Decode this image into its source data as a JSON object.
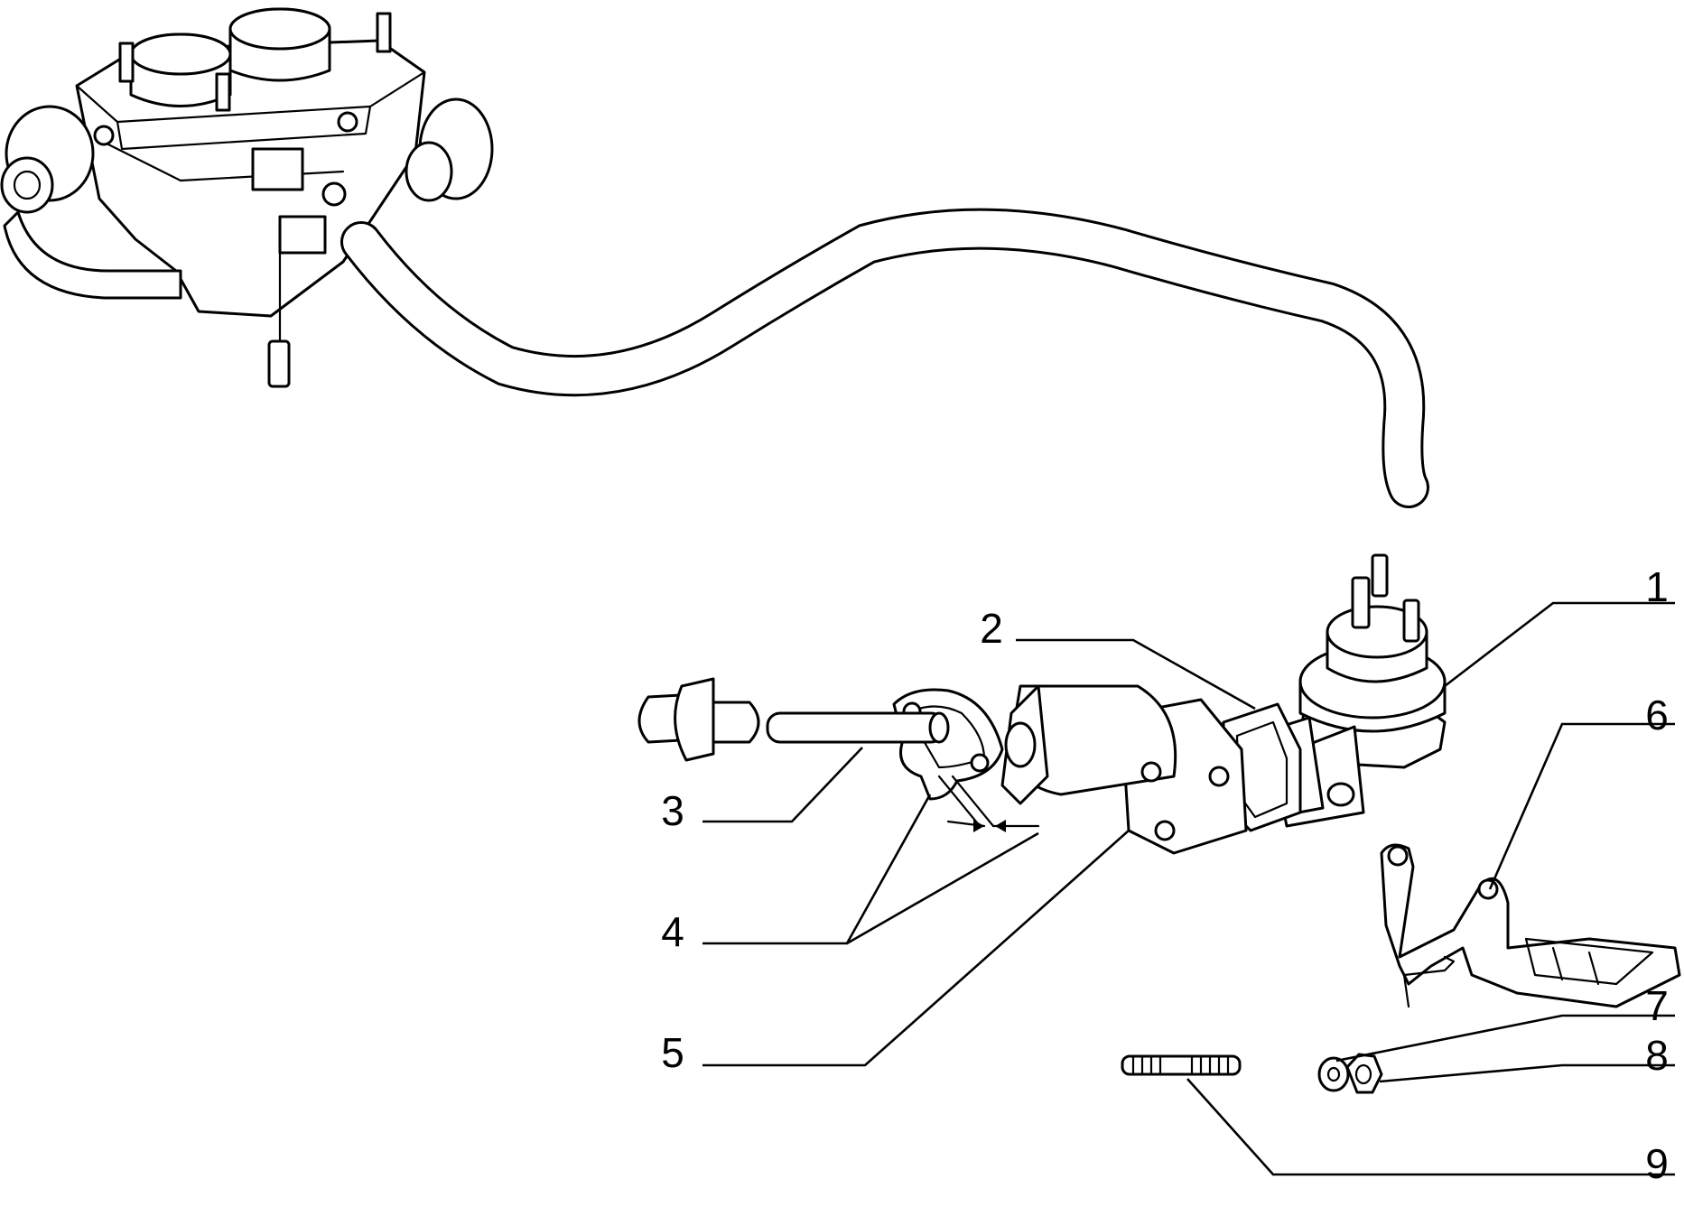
{
  "callouts": [
    {
      "id": "1",
      "label": "1",
      "part": "fuel-pump"
    },
    {
      "id": "2",
      "label": "2",
      "part": "gasket"
    },
    {
      "id": "3",
      "label": "3",
      "part": "pushrod"
    },
    {
      "id": "4",
      "label": "4",
      "part": "spacer-gasket"
    },
    {
      "id": "5",
      "label": "5",
      "part": "insulating-spacer"
    },
    {
      "id": "6",
      "label": "6",
      "part": "bracket"
    },
    {
      "id": "7",
      "label": "7",
      "part": "washer"
    },
    {
      "id": "8",
      "label": "8",
      "part": "nut"
    },
    {
      "id": "9",
      "label": "9",
      "part": "stud"
    }
  ],
  "colors": {
    "line": "#000000",
    "background": "#ffffff"
  }
}
